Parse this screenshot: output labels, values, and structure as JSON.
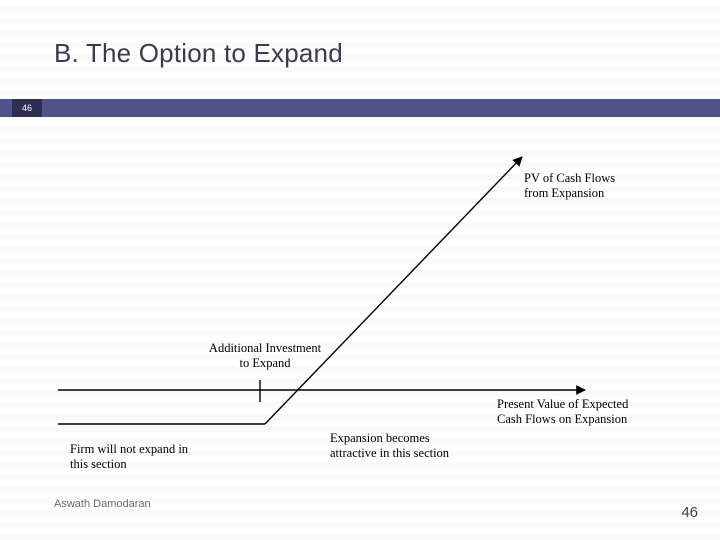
{
  "slide": {
    "title": "B. The Option to Expand",
    "page_badge": "46",
    "page_number": "46",
    "footer_author": "Aswath Damodaran",
    "accent_color": "#4f5389",
    "badge_color": "#2c2f50",
    "title_color": "#3b3b4f"
  },
  "diagram": {
    "labels": {
      "pv_cash_flows_expansion": "PV of Cash Flows\nfrom Expansion",
      "additional_investment": "Additional Investment\nto Expand",
      "present_value_expected": "Present Value of Expected\nCash Flows on Expansion",
      "firm_will_not_expand": "Firm will not expand in\nthis section",
      "expansion_becomes_attractive": "Expansion becomes\nattractive in this section"
    }
  }
}
